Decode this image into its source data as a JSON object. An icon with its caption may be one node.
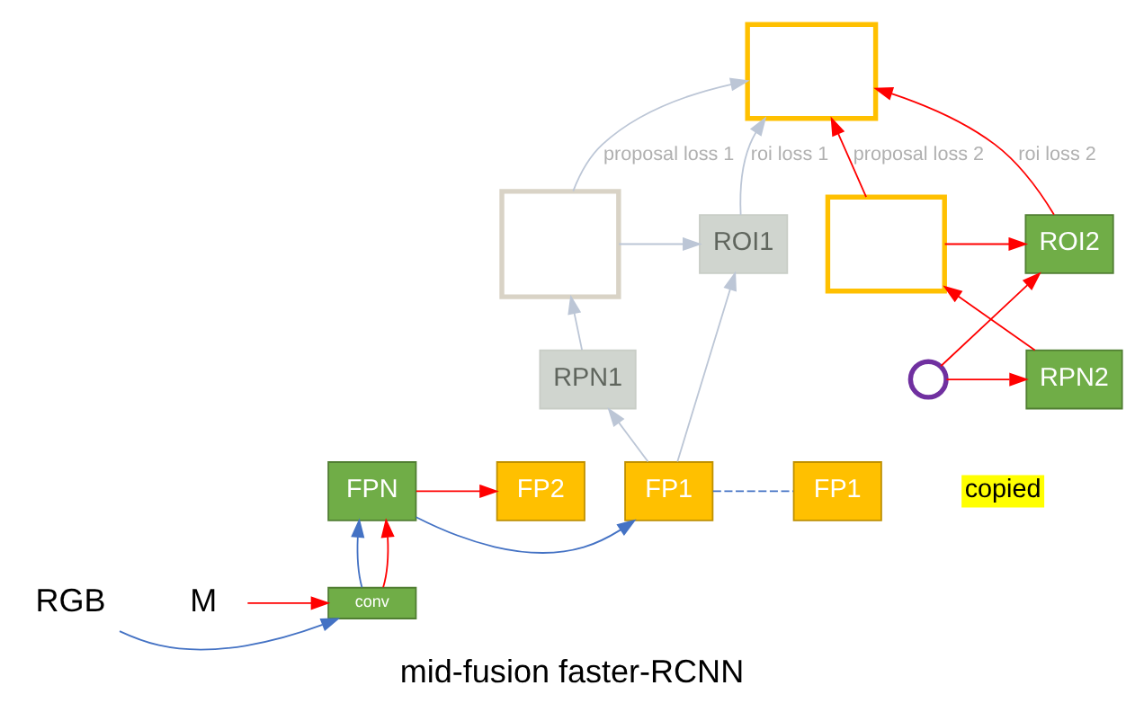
{
  "diagram": {
    "caption": "mid-fusion faster-RCNN",
    "nodes": [
      {
        "text": [],
        "shape": "box"
      },
      {
        "text": [],
        "shape": "box"
      },
      {
        "text": [
          "ROI1"
        ]
      },
      {
        "text": [
          "ROI2"
        ]
      },
      {
        "text": [],
        "shape": "box"
      },
      {
        "text": [
          "RPN1"
        ]
      },
      {
        "text": [
          "RPN2"
        ]
      },
      {
        "text": [
          "FP1"
        ]
      },
      {
        "text": [
          "FPN"
        ]
      },
      {
        "text": [
          "FP2"
        ]
      },
      {
        "text": [
          "FP1"
        ],
        "beside": [
          "copied"
        ]
      },
      {
        "text": [],
        "shape": "circle"
      },
      {
        "text": [
          "conv"
        ]
      },
      {
        "text": [
          "RGB"
        ]
      },
      {
        "text": [
          "M"
        ]
      }
    ],
    "edges": [
      {
        "from": 1,
        "to": 0,
        "arrow": "to",
        "label": "proposal loss 1",
        "color": "#bcc6d6"
      },
      {
        "from": 2,
        "to": 0,
        "arrow": "to",
        "label": "roi loss 1",
        "color": "#bcc6d6"
      },
      {
        "from": 3,
        "to": 0,
        "arrow": "to",
        "label": "roi loss 2",
        "color": "#ff0000"
      },
      {
        "from": 4,
        "to": 0,
        "arrow": "to",
        "label": "proposal loss 2",
        "color": "#ff0000"
      },
      {
        "from": 1,
        "to": 2,
        "arrow": "to",
        "color": "#bcc6d6"
      },
      {
        "from": 5,
        "to": 1,
        "arrow": "to",
        "color": "#bcc6d6"
      },
      {
        "from": 7,
        "to": 2,
        "arrow": "to",
        "color": "#bcc6d6"
      },
      {
        "from": 7,
        "to": 5,
        "arrow": "to",
        "color": "#bcc6d6"
      },
      {
        "from": 4,
        "to": 3,
        "arrow": "to",
        "color": "#ff0000"
      },
      {
        "from": 11,
        "to": 3,
        "arrow": "to",
        "color": "#ff0000"
      },
      {
        "from": 6,
        "to": 4,
        "arrow": "to",
        "color": "#ff0000"
      },
      {
        "from": 11,
        "to": 6,
        "arrow": "to",
        "color": "#ff0000"
      },
      {
        "from": 8,
        "to": 7,
        "arrow": "to",
        "color": "#4472c4"
      },
      {
        "from": 8,
        "to": 9,
        "arrow": "to",
        "color": "#ff0000"
      },
      {
        "from": 12,
        "to": 8,
        "arrow": "to",
        "color": "#4472c4"
      },
      {
        "from": 12,
        "to": 8,
        "arrow": "to",
        "color": "#ff0000"
      },
      {
        "from": 13,
        "to": 12,
        "arrow": "to",
        "color": "#4472c4"
      },
      {
        "from": 14,
        "to": 12,
        "arrow": "to",
        "color": "#ff0000"
      },
      {
        "from": 7,
        "to": 10,
        "arrow": "none",
        "style": "dashed",
        "color": "#4472c4"
      }
    ]
  }
}
